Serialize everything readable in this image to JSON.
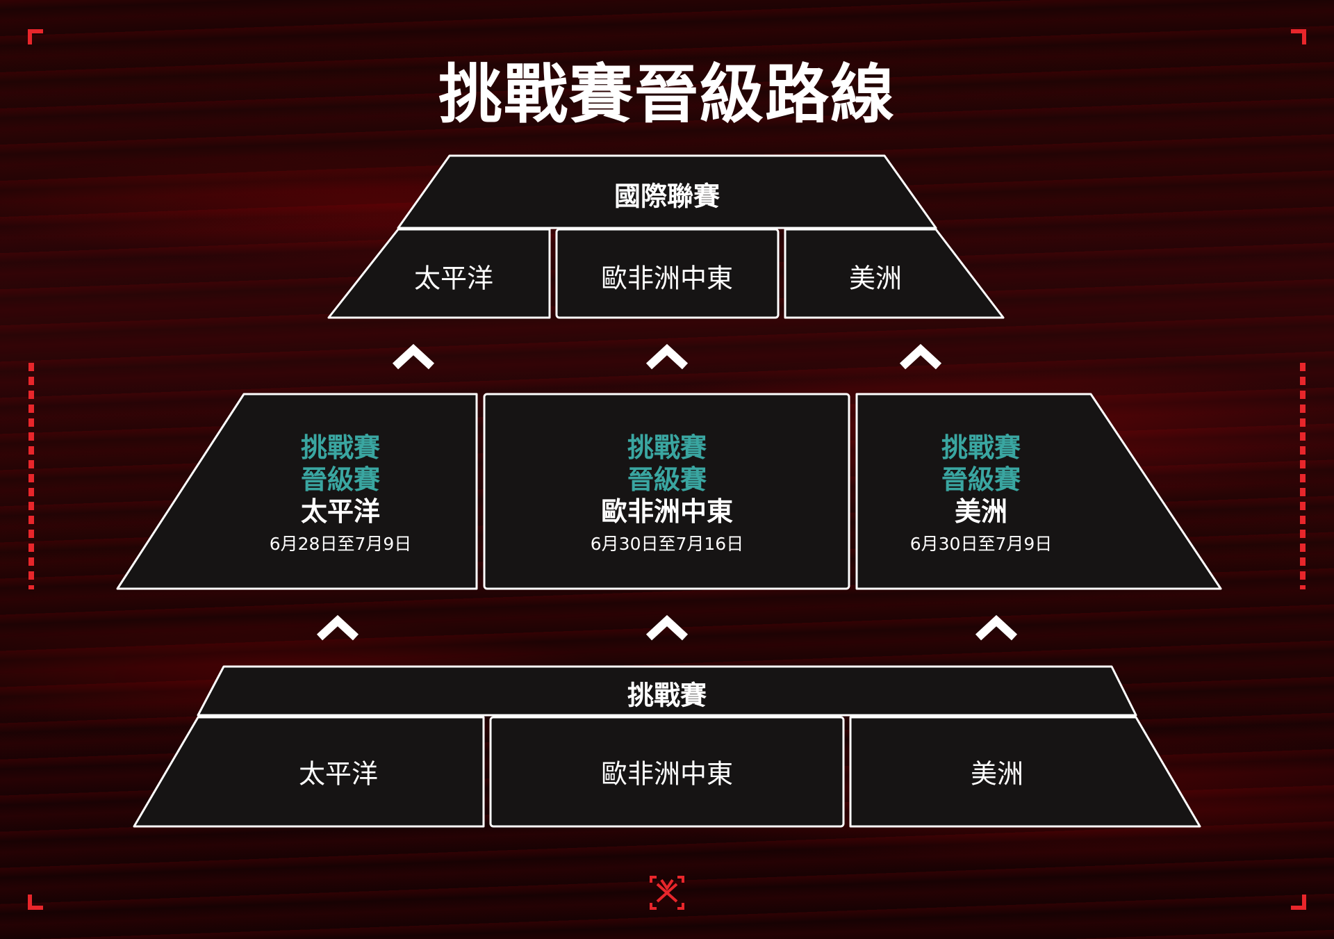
{
  "title": "挑戰賽晉級路線",
  "top_tier": {
    "header": "國際聯賽",
    "regions": [
      "太平洋",
      "歐非洲中東",
      "美洲"
    ]
  },
  "middle_tier": {
    "boxes": [
      {
        "line1": "挑戰賽",
        "line2": "晉級賽",
        "region": "太平洋",
        "dates": "6月28日至7月9日"
      },
      {
        "line1": "挑戰賽",
        "line2": "晉級賽",
        "region": "歐非洲中東",
        "dates": "6月30日至7月16日"
      },
      {
        "line1": "挑戰賽",
        "line2": "晉級賽",
        "region": "美洲",
        "dates": "6月30日至7月9日"
      }
    ]
  },
  "bottom_tier": {
    "header": "挑戰賽",
    "regions": [
      "太平洋",
      "歐非洲中東",
      "美洲"
    ]
  },
  "icons": {
    "arrow": "chevron-up-icon",
    "logo": "valorant-x-logo-icon",
    "corner": "corner-bracket-icon",
    "side": "dashed-side-marker-icon"
  },
  "colors": {
    "box_fill": "#161414",
    "box_stroke": "#ffffff",
    "accent_teal": "#3aa6a1",
    "accent_red": "#e8262b"
  }
}
